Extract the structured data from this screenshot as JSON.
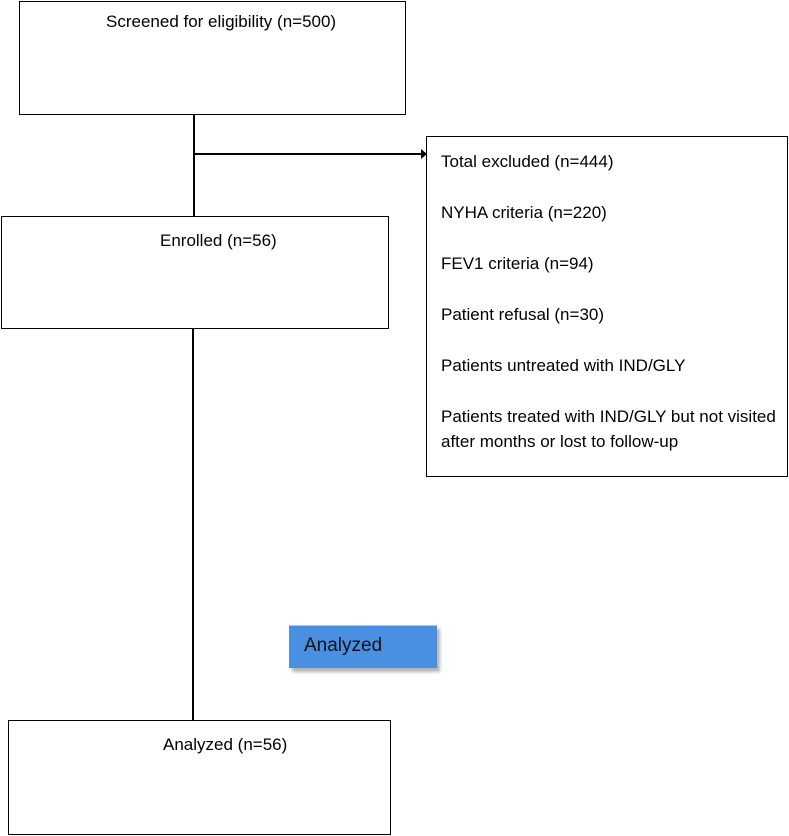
{
  "flow": {
    "screened": "Screened for eligibility (n=500)",
    "enrolled": "Enrolled (n=56)",
    "analyzed": "Analyzed (n=56)"
  },
  "excluded": {
    "items": [
      "Total excluded (n=444)",
      "NYHA criteria (n=220)",
      "FEV1 criteria (n=94)",
      "Patient refusal (n=30)",
      "Patients untreated with IND/GLY",
      "Patients treated with IND/GLY but not visited after months or lost to follow-up"
    ]
  },
  "chip": {
    "label": "Analyzed",
    "color": "#4a90e2"
  }
}
